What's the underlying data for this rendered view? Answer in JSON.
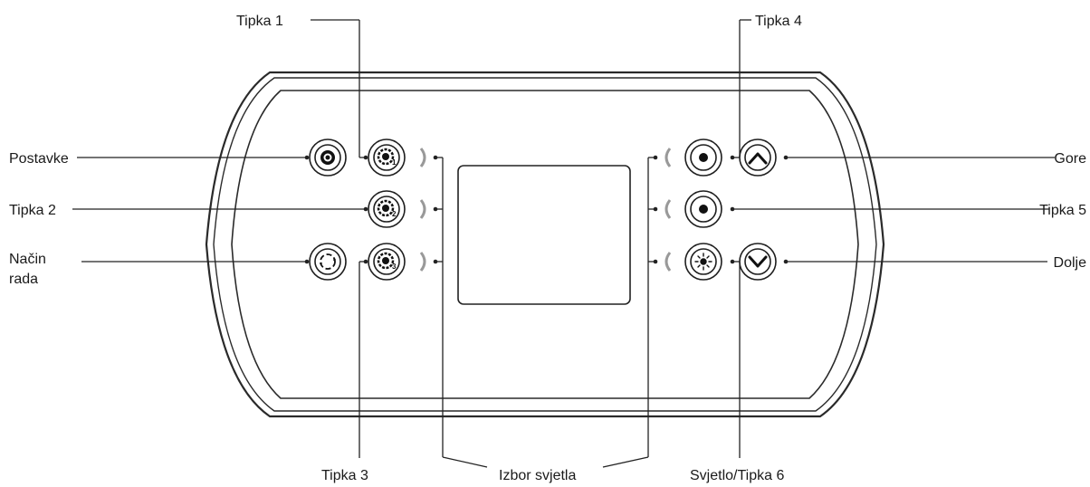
{
  "labels": {
    "tipka1": "Tipka 1",
    "tipka2": "Tipka 2",
    "tipka3": "Tipka 3",
    "tipka4": "Tipka 4",
    "tipka5": "Tipka 5",
    "postavke": "Postavke",
    "nacin_line1": "Način",
    "nacin_line2": "rada",
    "gore": "Gore",
    "dolje": "Dolje",
    "izbor_svjetla": "Izbor svjetla",
    "svjetlo_tipka6": "Svjetlo/Tipka 6"
  },
  "buttons": {
    "pump1_num": "1",
    "pump2_num": "2",
    "pump3_num": "3"
  },
  "icons": {
    "settings": "settings-icon",
    "pump": "pump-icon",
    "mode": "mode-cycle-icon",
    "dot": "dot-icon",
    "up": "chevron-up-icon",
    "down": "chevron-down-icon",
    "light": "light-icon"
  },
  "colors": {
    "line": "#222222",
    "led": "#999999"
  }
}
